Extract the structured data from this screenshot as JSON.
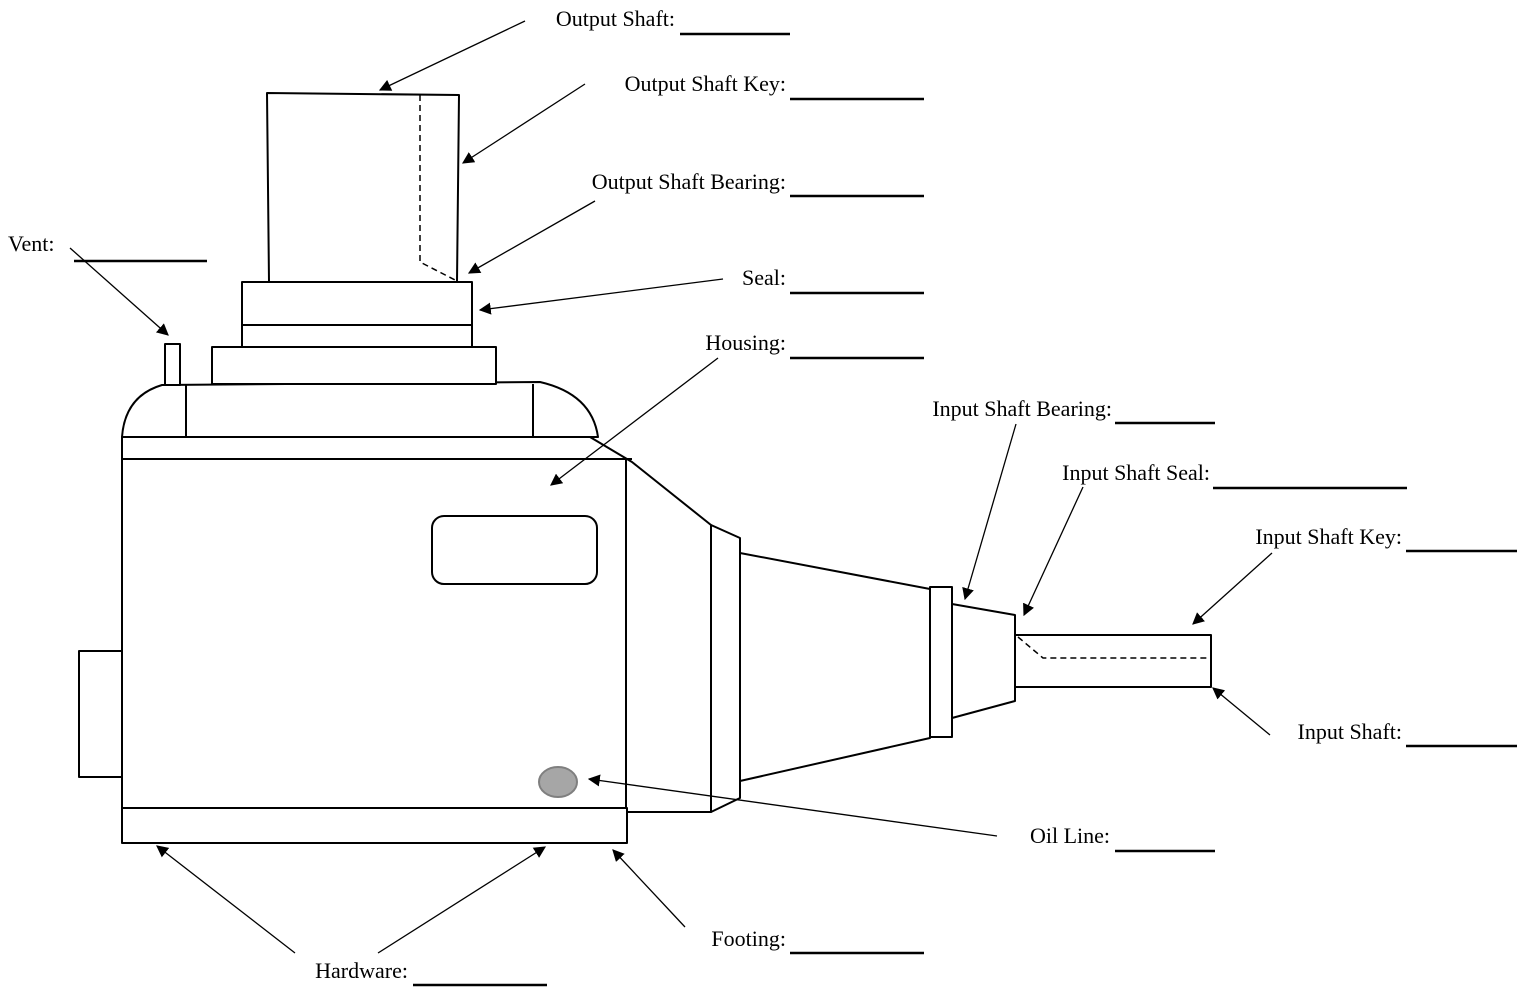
{
  "labels": {
    "output_shaft": "Output Shaft:",
    "output_shaft_key": "Output Shaft Key:",
    "output_shaft_bearing": "Output Shaft Bearing:",
    "vent": "Vent:",
    "seal": "Seal:",
    "housing": "Housing:",
    "input_shaft_bearing": "Input Shaft Bearing:",
    "input_shaft_seal": "Input Shaft Seal:",
    "input_shaft_key": "Input Shaft Key:",
    "input_shaft": "Input Shaft:",
    "oil_line": "Oil Line:",
    "footing": "Footing:",
    "hardware": "Hardware:"
  },
  "colors": {
    "oil_line_fill": "#a6a6a6",
    "oil_line_stroke": "#7f7f7f"
  }
}
